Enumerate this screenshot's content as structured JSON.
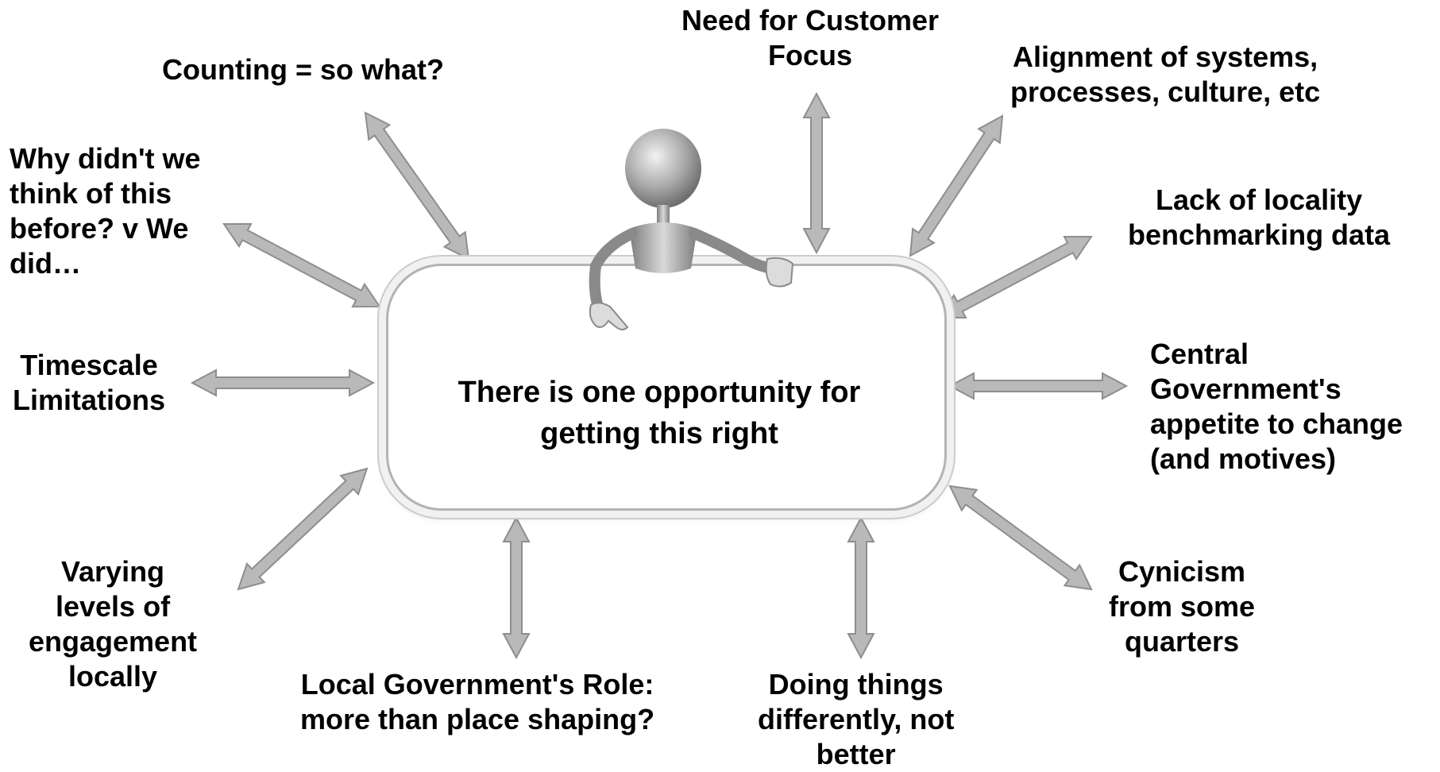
{
  "diagram": {
    "center_text": [
      "There is one opportunity for",
      "getting this right"
    ],
    "labels": {
      "customer_focus": [
        "Need for Customer",
        "Focus"
      ],
      "counting": [
        "Counting = so what?"
      ],
      "alignment": [
        "Alignment of systems,",
        "processes, culture, etc"
      ],
      "why_didnt": [
        "Why didn't we",
        "think of this",
        "before? v We",
        "did…"
      ],
      "locality_data": [
        "Lack of locality",
        "benchmarking data"
      ],
      "timescale": [
        "Timescale",
        "Limitations"
      ],
      "central_gov": [
        "Central",
        "Government's",
        "appetite to change",
        "(and motives)"
      ],
      "varying": [
        "Varying",
        "levels of",
        "engagement",
        "locally"
      ],
      "cynicism": [
        "Cynicism",
        "from some",
        "quarters"
      ],
      "local_gov": [
        "Local Government's Role:",
        "more than place shaping?"
      ],
      "doing_things": [
        "Doing things",
        "differently, not",
        "better"
      ]
    },
    "colors": {
      "arrow_fill": "#b9b9b9",
      "arrow_stroke": "#8e8e8e",
      "panel_border": "#b3b3b3",
      "figure": "#a8a8a8"
    }
  }
}
